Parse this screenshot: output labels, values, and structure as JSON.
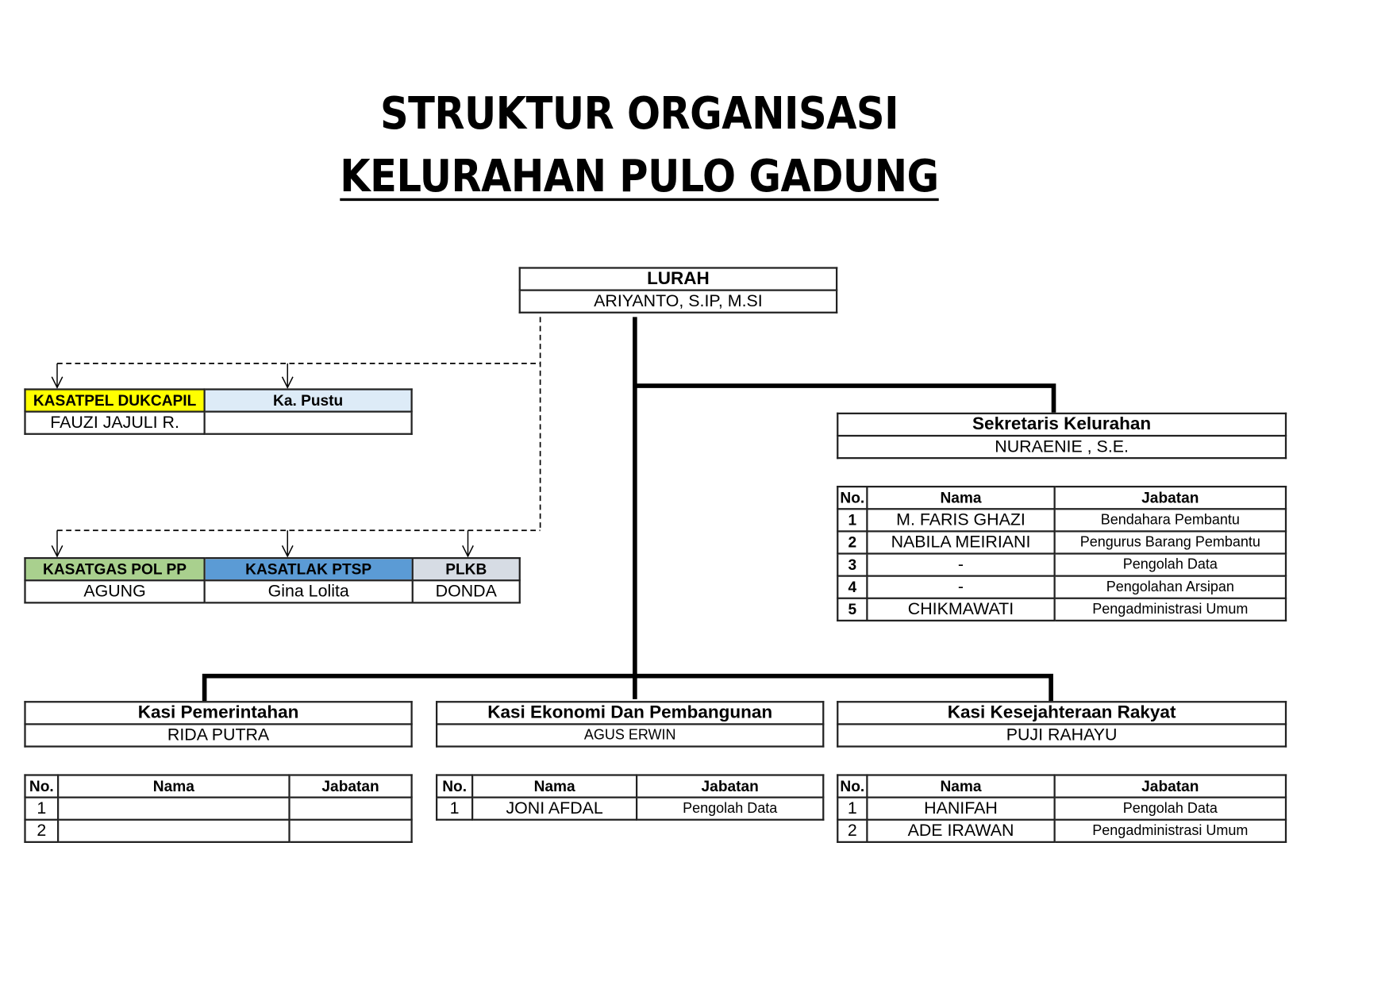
{
  "title": {
    "line1": "STRUKTUR ORGANISASI",
    "line2": "KELURAHAN PULO GADUNG"
  },
  "lurah": {
    "title": "LURAH",
    "name": "ARIYANTO, S.IP, M.SI"
  },
  "staff_units_top": [
    {
      "title": "KASATPEL DUKCAPIL",
      "name": "FAUZI JAJULI R.",
      "color": "#ffff00"
    },
    {
      "title": "Ka. Pustu",
      "name": "",
      "color": "#ddebf7"
    }
  ],
  "staff_units_bottom": [
    {
      "title": "KASATGAS POL PP",
      "name": "AGUNG",
      "color": "#a9d08e"
    },
    {
      "title": "KASATLAK PTSP",
      "name": "Gina Lolita",
      "color": "#5b9bd5"
    },
    {
      "title": "PLKB",
      "name": "DONDA",
      "color": "#d6dce4"
    }
  ],
  "table_headers": {
    "no": "No.",
    "nama": "Nama",
    "jabatan": "Jabatan"
  },
  "sekretaris": {
    "title": "Sekretaris Kelurahan",
    "name": "NURAENIE , S.E.",
    "staff": [
      {
        "no": "1",
        "nama": "M. FARIS GHAZI",
        "jabatan": "Bendahara Pembantu"
      },
      {
        "no": "2",
        "nama": "NABILA MEIRIANI",
        "jabatan": "Pengurus Barang Pembantu"
      },
      {
        "no": "3",
        "nama": "-",
        "jabatan": "Pengolah Data"
      },
      {
        "no": "4",
        "nama": "-",
        "jabatan": "Pengolahan Arsipan"
      },
      {
        "no": "5",
        "nama": "CHIKMAWATI",
        "jabatan": "Pengadministrasi Umum"
      }
    ]
  },
  "kasi": [
    {
      "title": "Kasi Pemerintahan",
      "name": "RIDA PUTRA",
      "staff": [
        {
          "no": "1",
          "nama": "",
          "jabatan": ""
        },
        {
          "no": "2",
          "nama": "",
          "jabatan": ""
        }
      ]
    },
    {
      "title": "Kasi Ekonomi Dan Pembangunan",
      "name": "AGUS ERWIN",
      "staff": [
        {
          "no": "1",
          "nama": "JONI AFDAL",
          "jabatan": "Pengolah Data"
        }
      ]
    },
    {
      "title": "Kasi Kesejahteraan Rakyat",
      "name": "PUJI RAHAYU",
      "staff": [
        {
          "no": "1",
          "nama": "HANIFAH",
          "jabatan": "Pengolah Data"
        },
        {
          "no": "2",
          "nama": "ADE IRAWAN",
          "jabatan": "Pengadministrasi Umum"
        }
      ]
    }
  ]
}
